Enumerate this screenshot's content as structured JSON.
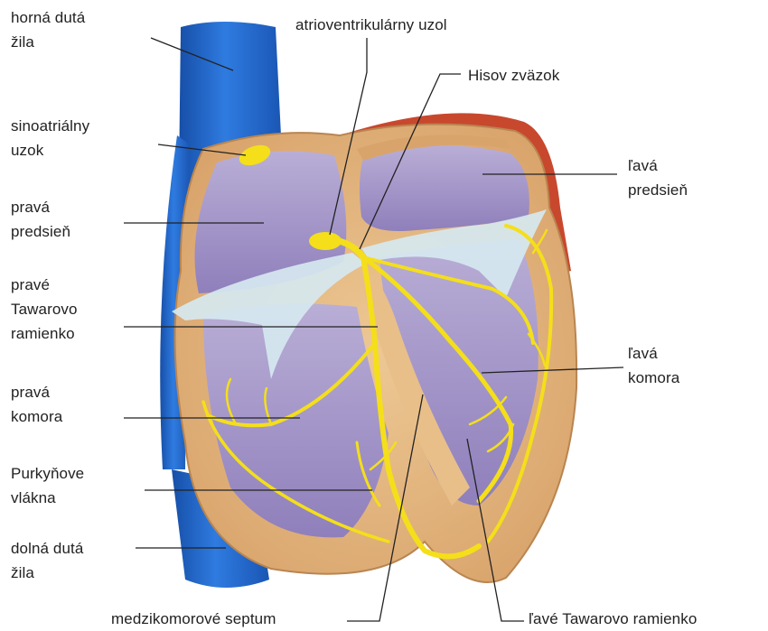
{
  "labels": {
    "superior_vena_cava": [
      "horná dutá",
      "žila"
    ],
    "sa_node": [
      "sinoatriálny",
      "uzok"
    ],
    "right_atrium": [
      "pravá",
      "predsieň"
    ],
    "right_bundle_branch": [
      "pravé",
      "Tawarovo",
      "ramienko"
    ],
    "right_ventricle": [
      "pravá",
      "komora"
    ],
    "purkinje_fibers": [
      "Purkyňove",
      "vlákna"
    ],
    "inferior_vena_cava": [
      "dolná dutá",
      "žila"
    ],
    "av_node": "atrioventrikulárny uzol",
    "bundle_of_his": "Hisov zväzok",
    "left_atrium": [
      "ľavá",
      "predsieň"
    ],
    "left_ventricle": [
      "ľavá",
      "komora"
    ],
    "septum": "medzikomorové septum",
    "left_bundle_branch": "ľavé Tawarovo ramienko"
  },
  "colors": {
    "vein": "#1f63c6",
    "muscle": "#e2b37e",
    "chamber": "#a99ac9",
    "valve": "#d6e8f0",
    "conduction": "#f4df1a",
    "aorta_edge": "#c8482e"
  }
}
